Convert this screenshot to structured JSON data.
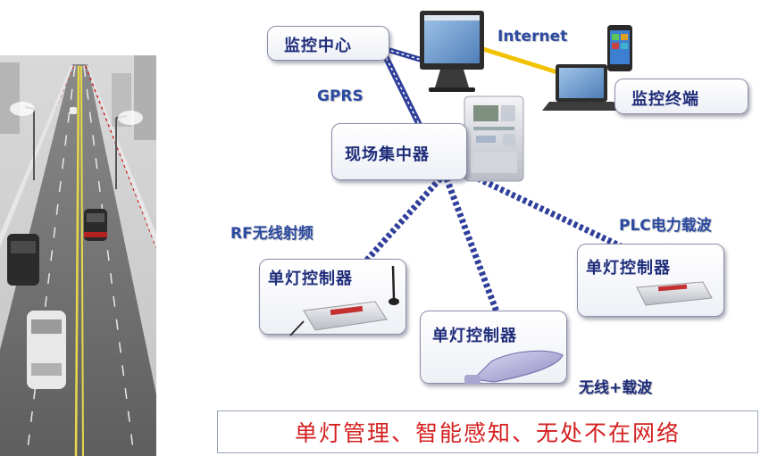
{
  "nodes": {
    "monitor_center": "监控中心",
    "monitor_terminal": "监控终端",
    "concentrator": "现场集中器",
    "controller_rf": "单灯控制器",
    "controller_mid": "单灯控制器",
    "controller_plc": "单灯控制器"
  },
  "links": {
    "internet": "Internet",
    "gprs": "GPRS",
    "rf": "RF无线射频",
    "plc": "PLC电力载波",
    "wireless_carrier": "无线+载波"
  },
  "slogan": "单灯管理、智能感知、无处不在网络",
  "icons": [
    "road-scene",
    "desktop-monitor-icon",
    "laptop-icon",
    "smartphone-icon",
    "meter-concentrator-icon",
    "controller-module-icon",
    "street-lamp-icon",
    "antenna-icon"
  ],
  "colors": {
    "label_text": "#1f2d7a",
    "link_line": "#2f3f9a",
    "internet_line": "#f2c200",
    "slogan_text": "#d41f1f"
  }
}
